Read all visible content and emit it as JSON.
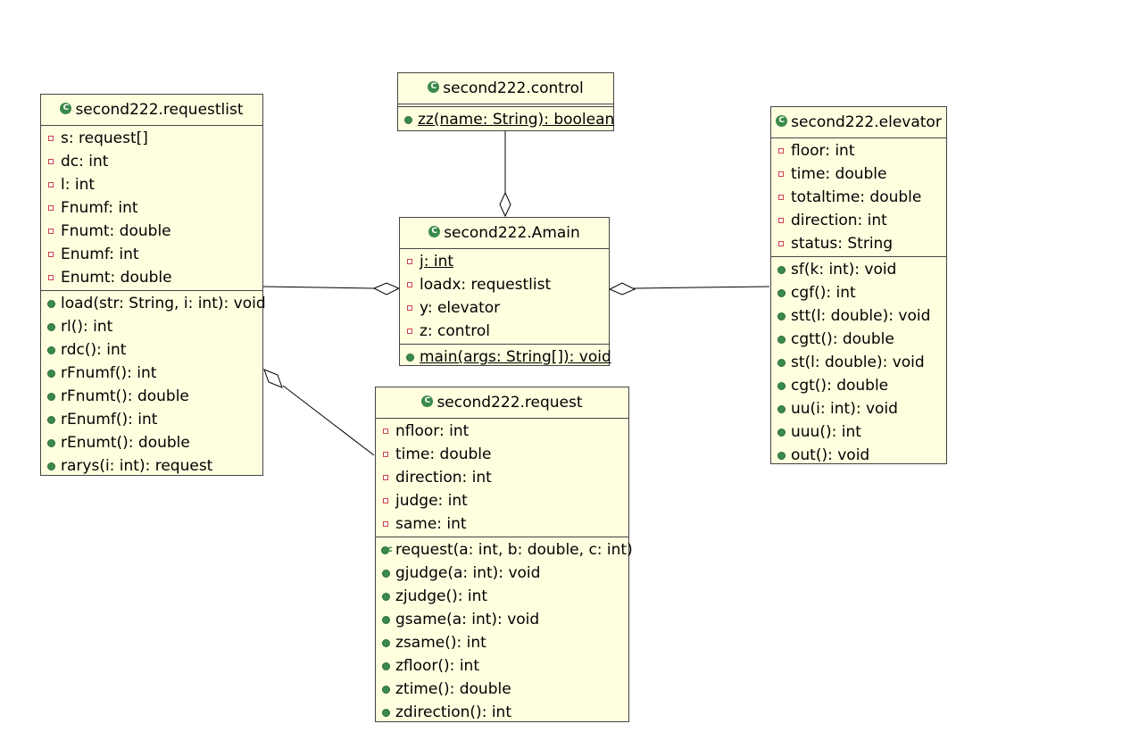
{
  "classes": {
    "requestlist": {
      "title": "second222.requestlist",
      "attributes": [
        "s: request[]",
        "dc: int",
        "l: int",
        "Fnumf: int",
        "Fnumt: double",
        "Enumf: int",
        "Enumt: double"
      ],
      "operations": [
        "load(str: String, i: int): void",
        "rl(): int",
        "rdc(): int",
        "rFnumf(): int",
        "rFnumt(): double",
        "rEnumf(): int",
        "rEnumt(): double",
        "rarys(i: int): request"
      ]
    },
    "control": {
      "title": "second222.control",
      "operations": [
        "zz(name: String): boolean"
      ]
    },
    "amain": {
      "title": "second222.Amain",
      "attributes": [
        "j: int",
        "loadx: requestlist",
        "y: elevator",
        "z: control"
      ],
      "operations": [
        "main(args: String[]): void"
      ]
    },
    "elevator": {
      "title": "second222.elevator",
      "attributes": [
        "floor: int",
        "time: double",
        "totaltime: double",
        "direction: int",
        "status: String"
      ],
      "operations": [
        "sf(k: int): void",
        "cgf(): int",
        "stt(l: double): void",
        "cgtt(): double",
        "st(l: double): void",
        "cgt(): double",
        "uu(i: int): void",
        "uuu(): int",
        "out(): void"
      ]
    },
    "request": {
      "title": "second222.request",
      "attributes": [
        "nfloor: int",
        "time: double",
        "direction: int",
        "judge: int",
        "same: int"
      ],
      "operations": [
        "request(a: int, b: double, c: int)",
        "gjudge(a: int): void",
        "zjudge(): int",
        "gsame(a: int): void",
        "zsame(): int",
        "zfloor(): int",
        "ztime(): double",
        "zdirection(): int"
      ]
    }
  },
  "colors": {
    "class_fill": "#ffffe0",
    "public_icon": "#3a8a4a",
    "private_icon": "#cc4444"
  }
}
